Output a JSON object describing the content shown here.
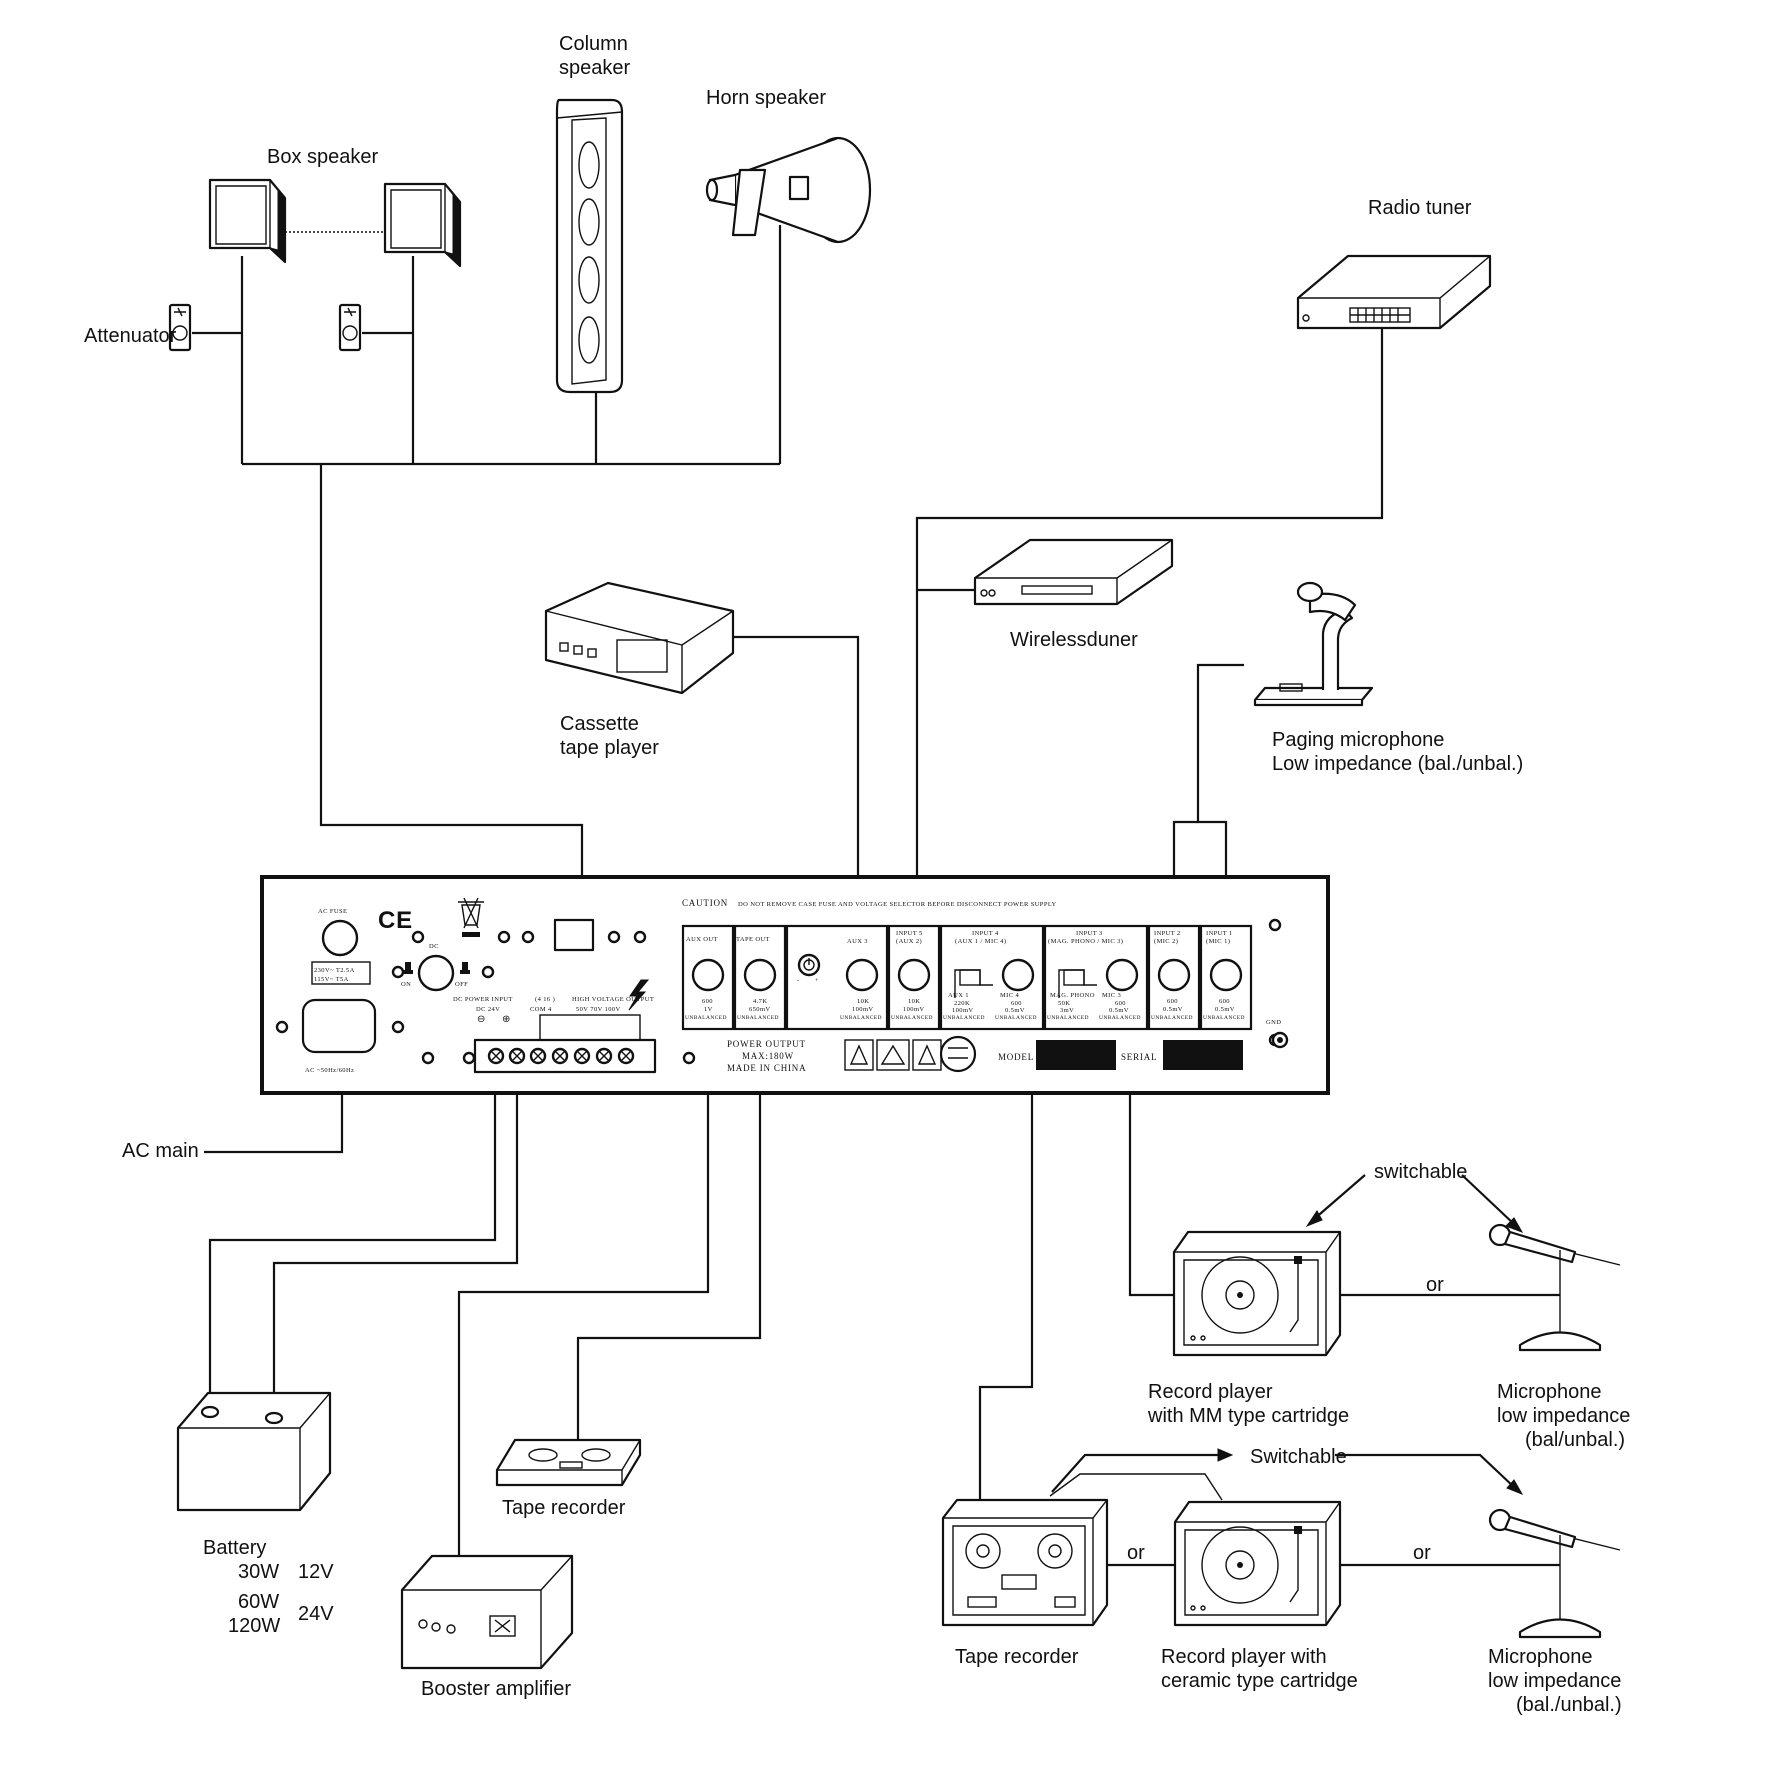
{
  "devices": {
    "column_speaker": "Column\nspeaker",
    "horn_speaker": "Horn speaker",
    "box_speaker": "Box speaker",
    "attenuator": "Attenuator",
    "radio_tuner": "Radio tuner",
    "wireless_tuner": "Wirelessduner",
    "cassette_player": "Cassette\ntape player",
    "paging_microphone": "Paging microphone\nLow impedance (bal./unbal.)",
    "ac_main": "AC main",
    "battery": "Battery",
    "battery_30w": "30W",
    "battery_12v": "12V",
    "battery_60w": "60W",
    "battery_120w": "120W",
    "battery_24v": "24V",
    "tape_recorder_upper": "Tape recorder",
    "booster_amplifier": "Booster amplifier",
    "switchable_upper": "switchable",
    "or_upper": "or",
    "record_player_mm": "Record player\nwith MM  type cartridge",
    "microphone_upper": "Microphone\nlow impedance\n(bal/unbal.)",
    "switchable_lower": "Switchable",
    "or_lower_1": "or",
    "or_lower_2": "or",
    "tape_recorder_lower": "Tape recorder",
    "record_player_ceramic": "Record player with\nceramic type cartridge",
    "microphone_lower": "Microphone\nlow impedance\n(bal./unbal.)"
  },
  "panel": {
    "caution_word": "CAUTION",
    "caution_text": "DO NOT REMOVE CASE FUSE AND VOLTAGE SELECTOR BEFORE DISCONNECT POWER SUPPLY",
    "ac_fuse": "AC FUSE",
    "ce_mark": "CE",
    "fuse_230": "230V~ T2.5A",
    "fuse_115": "115V~  T5A",
    "dc_label": "DC",
    "on_label": "ON",
    "off_label": "OFF",
    "ac_input": "AC ~50Hz/60Hz",
    "dc_power_input": "DC POWER INPUT",
    "dc_24v": "DC  24V",
    "minus": "⊖",
    "plus": "⊕",
    "speaker_output_ohms": "(4  16  )",
    "com_4": "COM  4",
    "hv_output": "HIGH VOLTAGE OUTPUT",
    "hv_values": "50V  70V  100V",
    "power_output": "POWER OUTPUT",
    "max_power": "MAX:180W",
    "made_in": "MADE IN CHINA",
    "model": "MODEL",
    "serial": "SERIAL",
    "gnd": "GND",
    "aux_out": "AUX OUT",
    "aux_out_spec1": "600",
    "aux_out_spec2": "1V",
    "tape_out": "TAPE OUT",
    "tape_out_spec1": "4.7K",
    "tape_out_spec2": "650mV",
    "aux3": "AUX 3",
    "aux3_spec1": "10K",
    "aux3_spec2": "100mV",
    "input5": "INPUT 5",
    "input5_sub": "(AUX 2)",
    "input5_spec1": "10K",
    "input5_spec2": "100mV",
    "input4": "INPUT 4",
    "input4_sub": "(AUX 1 / MIC 4)",
    "input4_aux1": "AUX 1",
    "input4_mic4": "MIC 4",
    "input4_spec_a1": "220K",
    "input4_spec_a2": "100mV",
    "input4_spec_m1": "600",
    "input4_spec_m2": "0.5mV",
    "input3": "INPUT 3",
    "input3_sub": "(MAG. PHONO  / MIC 3)",
    "input3_phono": "MAG. PHONO",
    "input3_mic3": "MIC 3",
    "input3_spec_p1": "50K",
    "input3_spec_p2": "3mV",
    "input3_spec_m1": "600",
    "input3_spec_m2": "0.5mV",
    "input2": "INPUT 2",
    "input2_sub": "(MIC 2)",
    "input2_spec1": "600",
    "input2_spec2": "0.5mV",
    "input1": "INPUT 1",
    "input1_sub": "(MIC 1)",
    "input1_spec1": "600",
    "input1_spec2": "0.5mV",
    "unbalanced": "UNBALANCED",
    "vol_minus": "-",
    "vol_plus": "+"
  }
}
